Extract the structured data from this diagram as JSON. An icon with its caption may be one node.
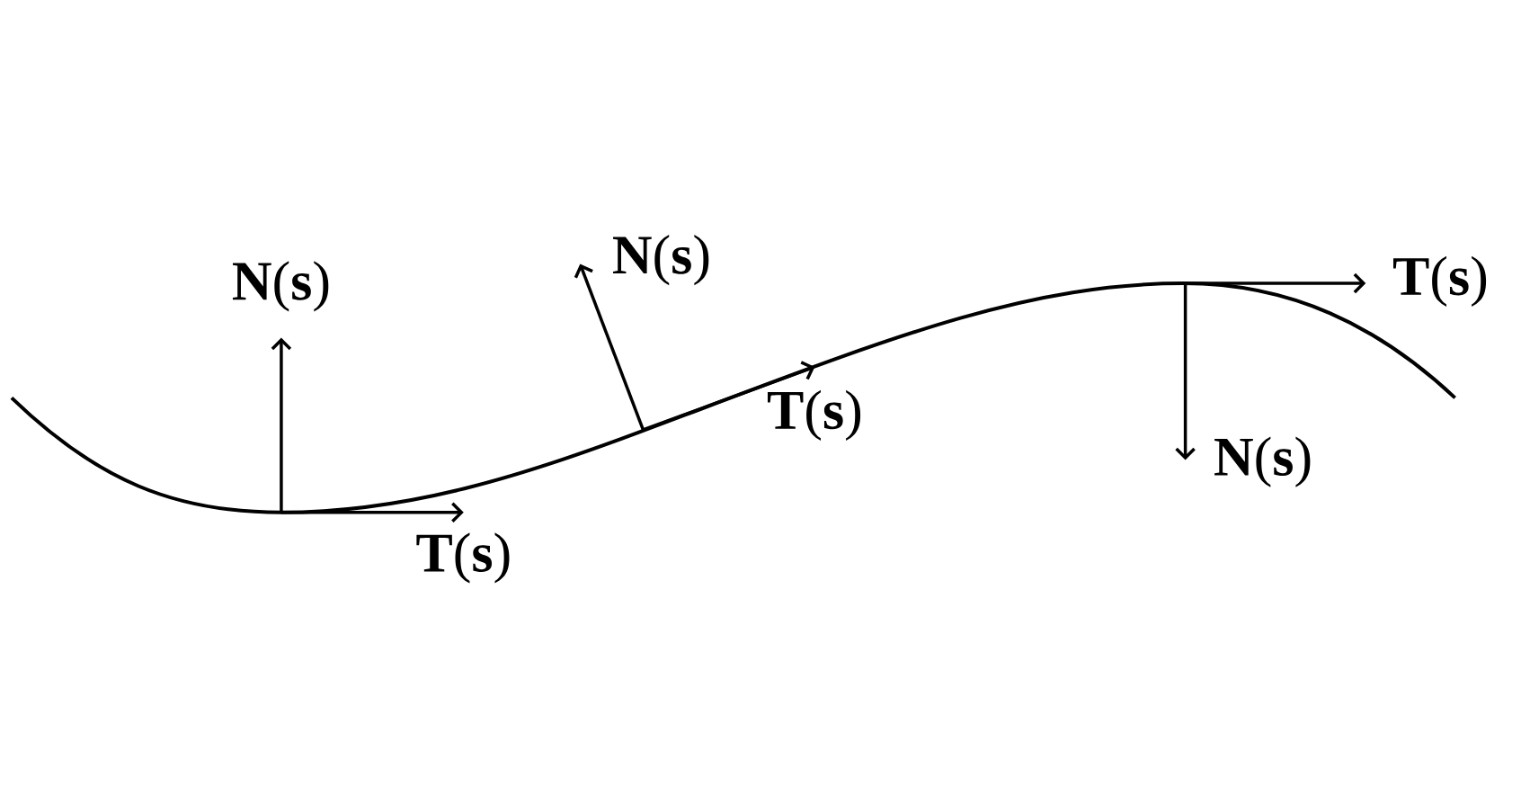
{
  "diagram": {
    "labels": [
      "**N**(**s**)",
      "**T**(**s**)",
      "**N**(**s**)",
      "**T**(**s**)",
      "**N**(**s**)",
      "**T**(**s**)"
    ]
  }
}
